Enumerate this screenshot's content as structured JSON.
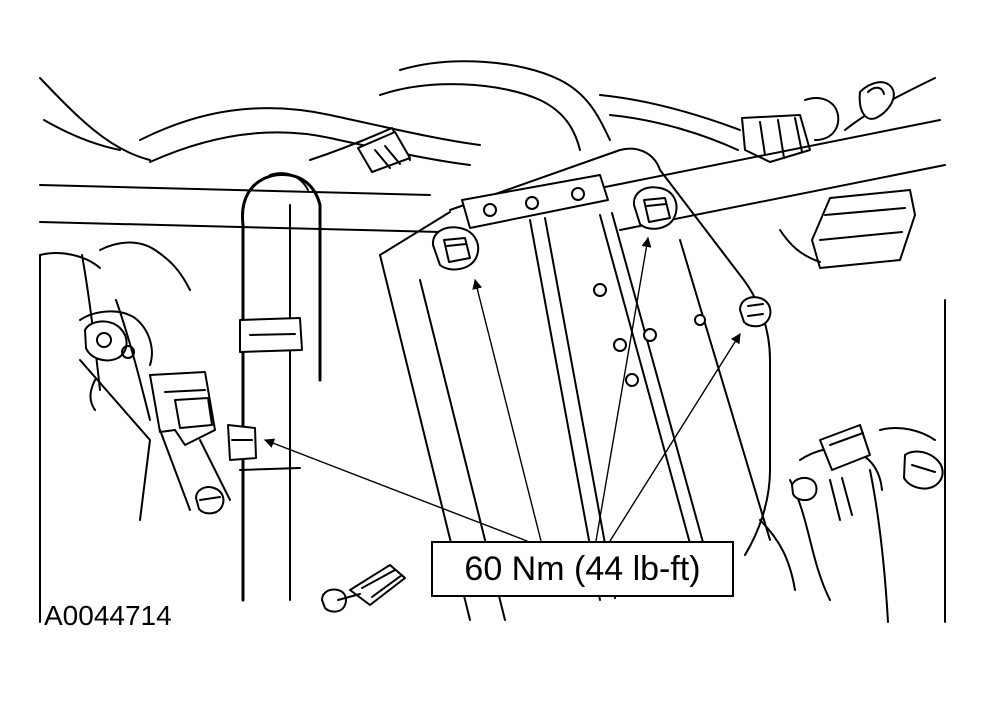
{
  "callout": {
    "torque_label": "60 Nm (44 lb-ft)"
  },
  "figure": {
    "id": "A0044714"
  },
  "colors": {
    "line": "#000000",
    "background": "#ffffff"
  },
  "icons": {
    "pointer": "arrowhead"
  }
}
